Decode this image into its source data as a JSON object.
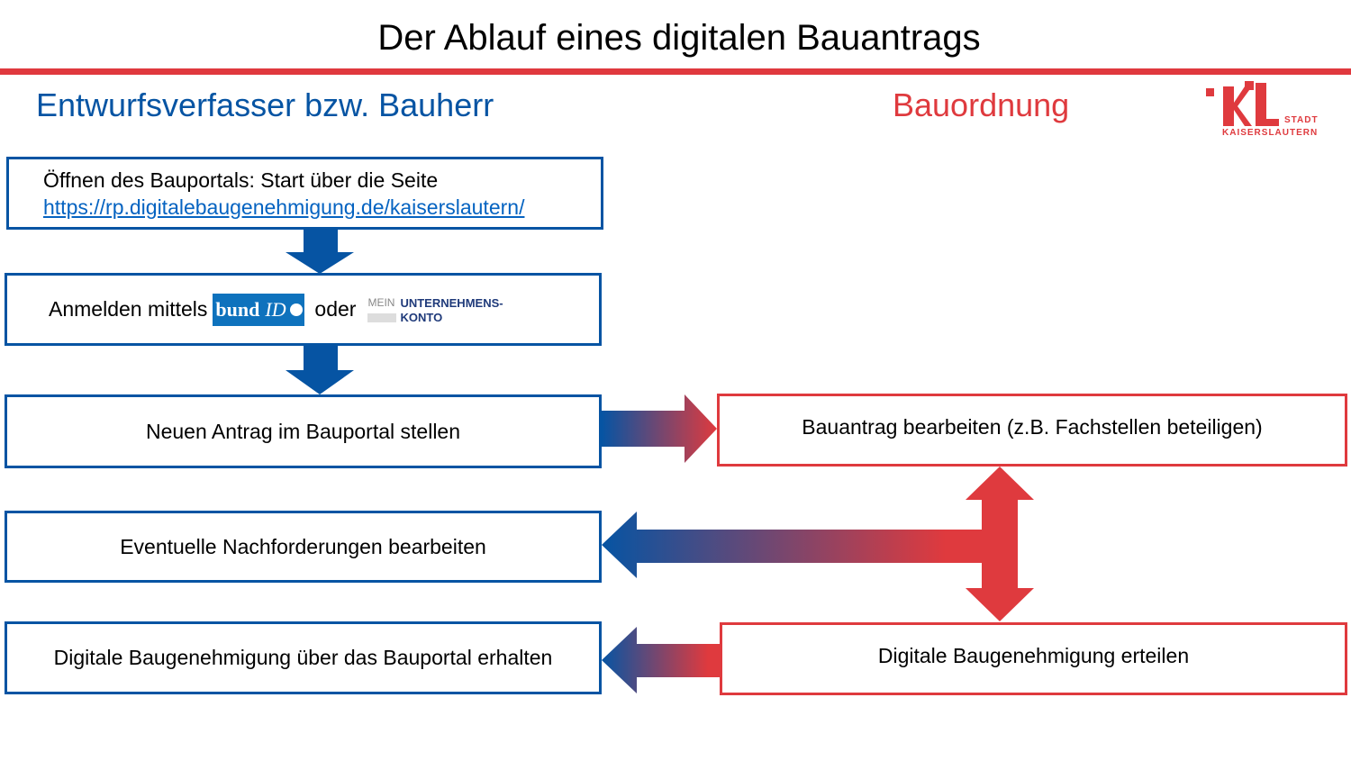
{
  "title": "Der Ablauf eines digitalen Bauantrags",
  "left_heading": "Entwurfsverfasser bzw. Bauherr",
  "right_heading": "Bauordnung",
  "logo": {
    "line1": "STADT",
    "line2": "KAISERSLAUTERN",
    "mark": "KL"
  },
  "steps": {
    "open_portal": {
      "text": "Öffnen des Bauportals: Start über die Seite",
      "link": "https://rp.digitalebaugenehmigung.de/kaiserslautern/"
    },
    "login": {
      "prefix": "Anmelden mittels",
      "bundid": "bund",
      "bundid_suffix": "ID",
      "or": "oder",
      "muk_mein": "MEIN",
      "muk_line1": "UNTERNEHMENS-",
      "muk_line2": "KONTO"
    },
    "new_application": "Neuen Antrag im Bauportal stellen",
    "requests": "Eventuelle Nachforderungen bearbeiten",
    "receive": "Digitale Baugenehmigung über das Bauportal erhalten",
    "process": "Bauantrag bearbeiten (z.B. Fachstellen beteiligen)",
    "grant": "Digitale Baugenehmigung erteilen"
  },
  "colors": {
    "blue": "#0654a3",
    "red": "#df3a3e"
  }
}
